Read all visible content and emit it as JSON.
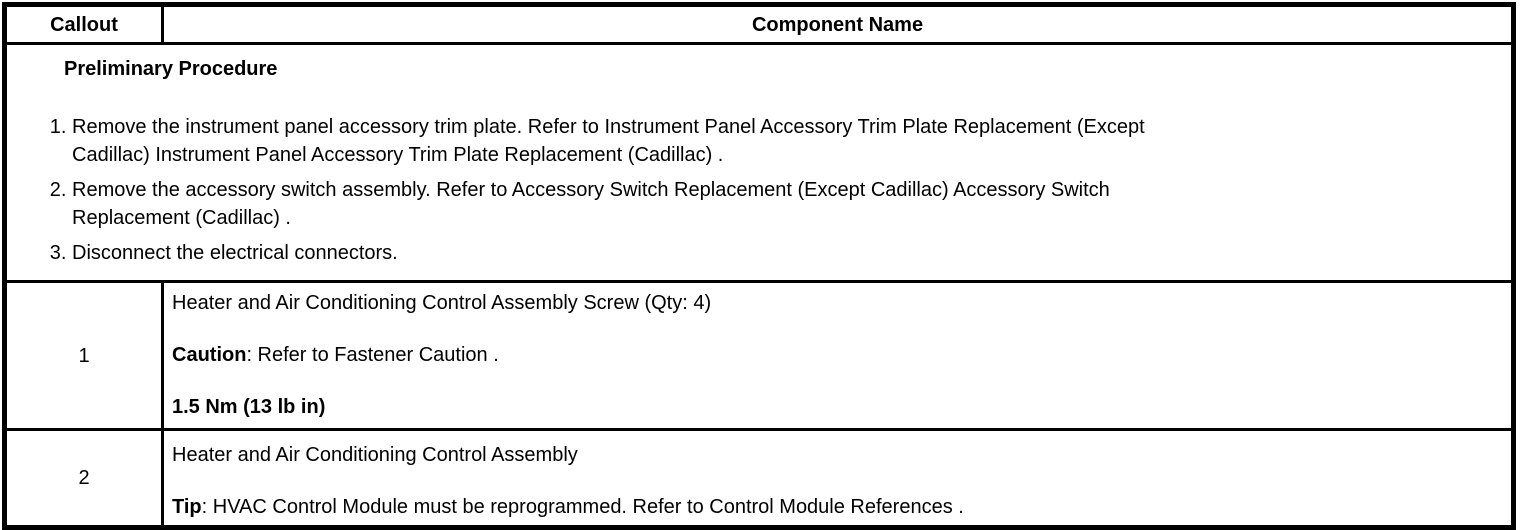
{
  "colors": {
    "border": "#000000",
    "background": "#ffffff",
    "text": "#000000"
  },
  "header": {
    "callout": "Callout",
    "component": "Component Name"
  },
  "preliminary": {
    "title": "Preliminary Procedure",
    "steps": [
      "Remove the instrument panel accessory trim plate. Refer to Instrument Panel Accessory Trim Plate Replacement (Except\nCadillac) Instrument Panel Accessory Trim Plate Replacement (Cadillac) .",
      "Remove the accessory switch assembly. Refer to Accessory Switch Replacement (Except Cadillac) Accessory Switch\nReplacement (Cadillac) .",
      "Disconnect the electrical connectors."
    ]
  },
  "rows": [
    {
      "callout": "1",
      "paras": [
        {
          "b": "",
          "r": "Heater and Air Conditioning Control Assembly Screw (Qty: 4)"
        },
        {
          "b": "Caution",
          "r": ": Refer to Fastener Caution ."
        },
        {
          "b": "1.5 Nm (13 lb in)",
          "r": ""
        }
      ]
    },
    {
      "callout": "2",
      "paras": [
        {
          "b": "",
          "r": "Heater and Air Conditioning Control Assembly"
        },
        {
          "b": "Tip",
          "r": ": HVAC Control Module must be reprogrammed. Refer to Control Module References ."
        }
      ]
    }
  ]
}
